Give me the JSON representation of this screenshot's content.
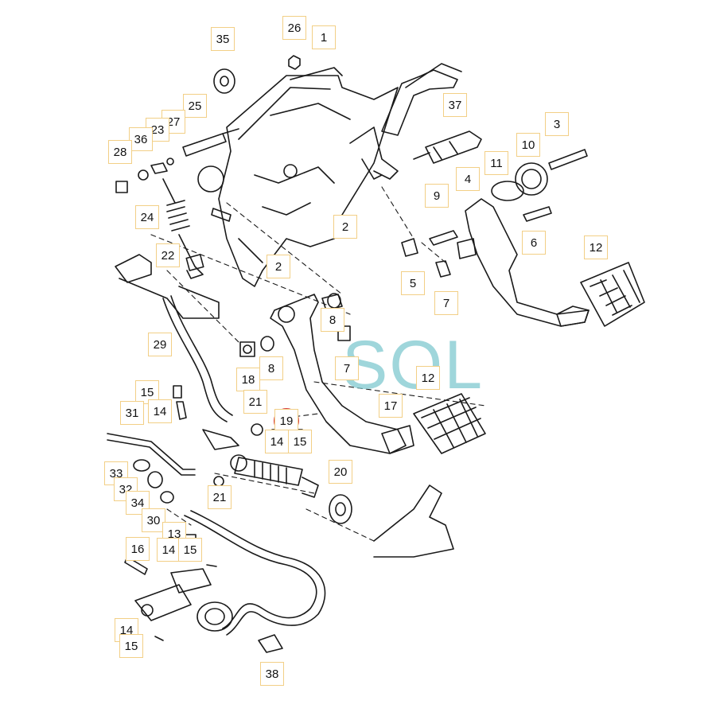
{
  "watermark": {
    "text": "SOL",
    "color": "#7fc9cf"
  },
  "highlight_color": "#d63a3a",
  "callout_border_color": "#f2cf86",
  "callouts": [
    {
      "id": "c35",
      "label": "35"
    },
    {
      "id": "c26",
      "label": "26"
    },
    {
      "id": "c1",
      "label": "1"
    },
    {
      "id": "c25",
      "label": "25"
    },
    {
      "id": "c27",
      "label": "27"
    },
    {
      "id": "c23",
      "label": "23"
    },
    {
      "id": "c36",
      "label": "36"
    },
    {
      "id": "c28",
      "label": "28"
    },
    {
      "id": "c37",
      "label": "37"
    },
    {
      "id": "c3",
      "label": "3"
    },
    {
      "id": "c10",
      "label": "10"
    },
    {
      "id": "c11",
      "label": "11"
    },
    {
      "id": "c4",
      "label": "4"
    },
    {
      "id": "c9",
      "label": "9"
    },
    {
      "id": "c24",
      "label": "24"
    },
    {
      "id": "c2a",
      "label": "2"
    },
    {
      "id": "c2b",
      "label": "2"
    },
    {
      "id": "c22",
      "label": "22"
    },
    {
      "id": "c6",
      "label": "6"
    },
    {
      "id": "c12a",
      "label": "12"
    },
    {
      "id": "c5",
      "label": "5"
    },
    {
      "id": "c7a",
      "label": "7"
    },
    {
      "id": "c8a",
      "label": "8"
    },
    {
      "id": "c29",
      "label": "29"
    },
    {
      "id": "c8b",
      "label": "8"
    },
    {
      "id": "c7b",
      "label": "7"
    },
    {
      "id": "c18",
      "label": "18"
    },
    {
      "id": "c12b",
      "label": "12"
    },
    {
      "id": "c15a",
      "label": "15"
    },
    {
      "id": "c14a",
      "label": "14"
    },
    {
      "id": "c21a",
      "label": "21"
    },
    {
      "id": "c17",
      "label": "17"
    },
    {
      "id": "c31",
      "label": "31"
    },
    {
      "id": "c19",
      "label": "19"
    },
    {
      "id": "c14b",
      "label": "14"
    },
    {
      "id": "c15b",
      "label": "15"
    },
    {
      "id": "c33",
      "label": "33"
    },
    {
      "id": "c32",
      "label": "32"
    },
    {
      "id": "c34",
      "label": "34"
    },
    {
      "id": "c20",
      "label": "20"
    },
    {
      "id": "c21b",
      "label": "21"
    },
    {
      "id": "c30",
      "label": "30"
    },
    {
      "id": "c13",
      "label": "13"
    },
    {
      "id": "c14c",
      "label": "14"
    },
    {
      "id": "c15c",
      "label": "15"
    },
    {
      "id": "c16",
      "label": "16"
    },
    {
      "id": "c14d",
      "label": "14"
    },
    {
      "id": "c15d",
      "label": "15"
    },
    {
      "id": "c38",
      "label": "38"
    }
  ]
}
